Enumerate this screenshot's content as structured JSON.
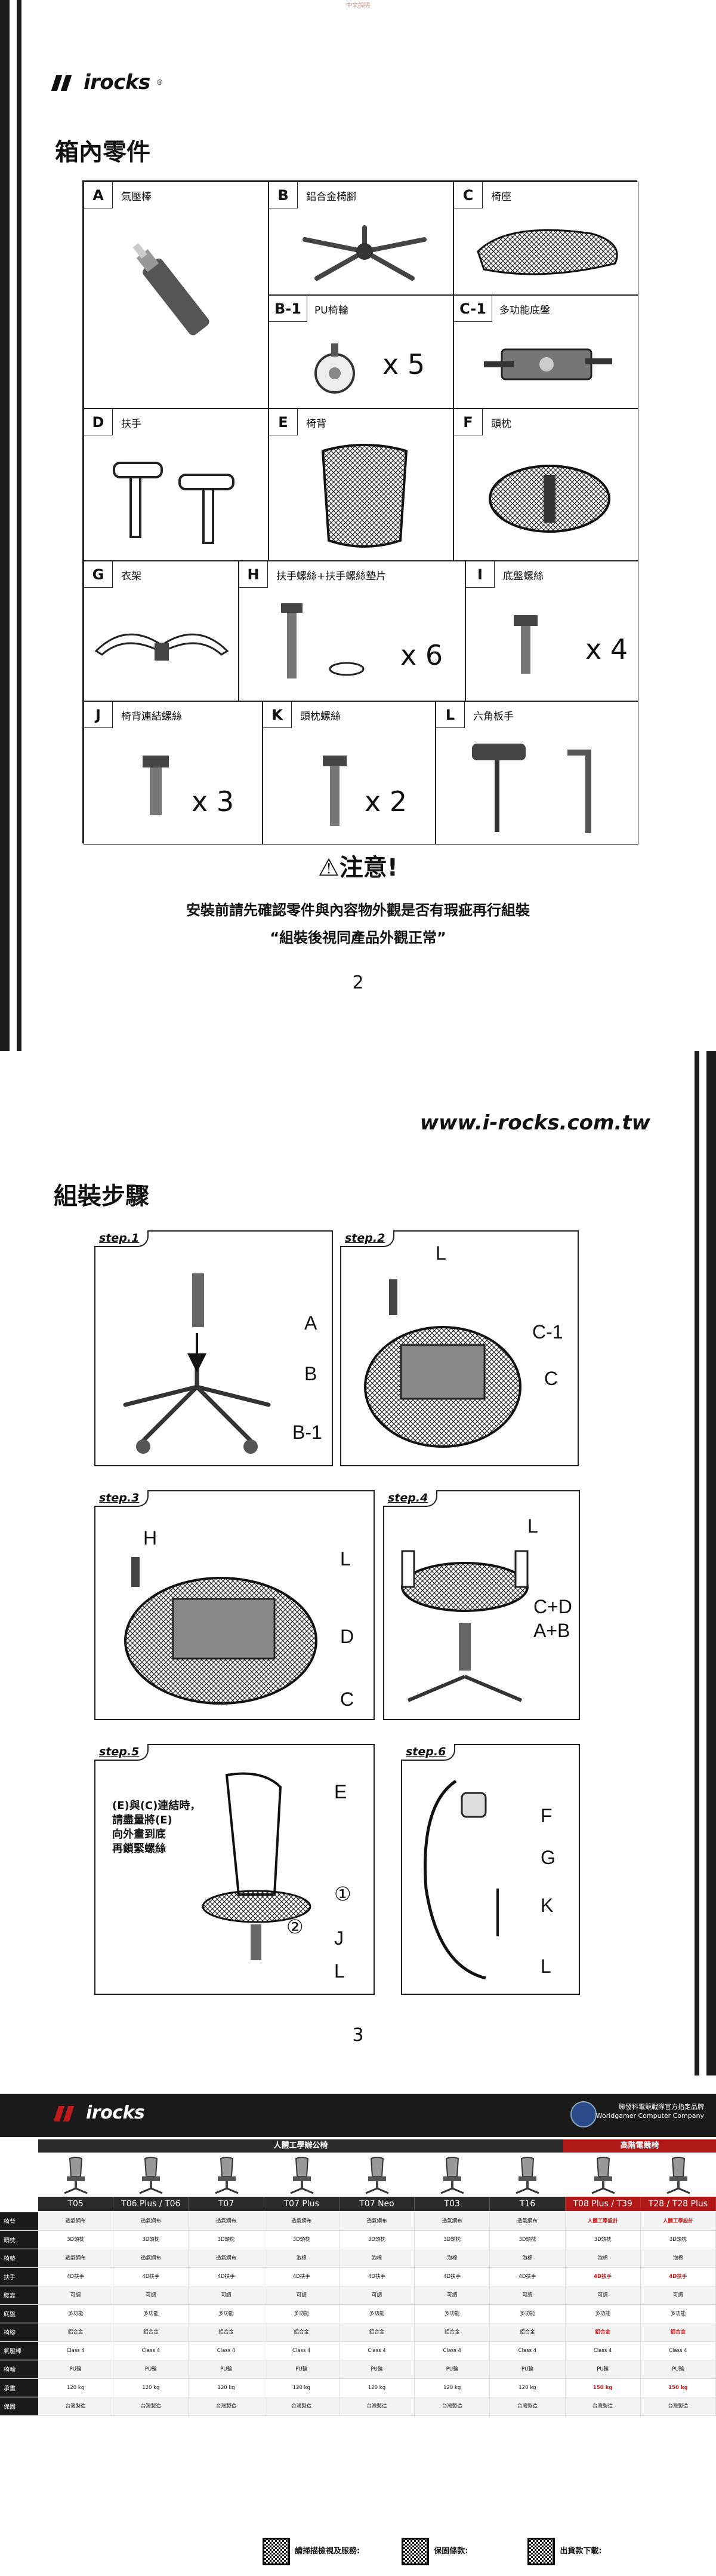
{
  "page1": {
    "top_tag": "中文說明",
    "brand": "irocks",
    "brand_reg": "®",
    "title": "箱內零件",
    "parts": [
      {
        "letter": "A",
        "name": "氣壓棒",
        "qty": ""
      },
      {
        "letter": "B",
        "name": "鋁合金椅腳",
        "qty": ""
      },
      {
        "letter": "C",
        "name": "椅座",
        "qty": ""
      },
      {
        "letter": "B-1",
        "name": "PU椅輪",
        "qty": "x 5"
      },
      {
        "letter": "C-1",
        "name": "多功能底盤",
        "qty": ""
      },
      {
        "letter": "D",
        "name": "扶手",
        "qty": ""
      },
      {
        "letter": "E",
        "name": "椅背",
        "qty": ""
      },
      {
        "letter": "F",
        "name": "頭枕",
        "qty": ""
      },
      {
        "letter": "G",
        "name": "衣架",
        "qty": ""
      },
      {
        "letter": "H",
        "name": "扶手螺絲+扶手螺絲墊片",
        "qty": "x 6"
      },
      {
        "letter": "I",
        "name": "底盤螺絲",
        "qty": "x 4"
      },
      {
        "letter": "J",
        "name": "椅背連結螺絲",
        "qty": "x 3"
      },
      {
        "letter": "K",
        "name": "頭枕螺絲",
        "qty": "x 2"
      },
      {
        "letter": "L",
        "name": "六角板手",
        "qty": ""
      }
    ],
    "warning_title": "注意!",
    "warning_line1": "安裝前請先確認零件與內容物外觀是否有瑕疵再行組裝",
    "warning_line2": "“組裝後視同產品外觀正常”",
    "page_number": "2"
  },
  "page2": {
    "url": "www.i-rocks.com.tw",
    "title": "組裝步驟",
    "steps": [
      "step.1",
      "step.2",
      "step.3",
      "step.4",
      "step.5",
      "step.6"
    ],
    "labels": {
      "s1": [
        "A",
        "B",
        "B-1"
      ],
      "s2": [
        "L",
        "C-1",
        "C"
      ],
      "s3": [
        "H",
        "L",
        "D",
        "C"
      ],
      "s4": [
        "L",
        "C+D",
        "A+B"
      ],
      "s5": [
        "E",
        "①",
        "②",
        "J",
        "L"
      ],
      "s6": [
        "F",
        "G",
        "K",
        "L"
      ]
    },
    "step5_note": [
      "(E)與(C)連結時，",
      "請盡量將(E)",
      "向外畫到底",
      "再鎖緊螺絲"
    ],
    "page_number": "3"
  },
  "sheet": {
    "brand": "irocks",
    "partner": "聯發科電競戰隊官方指定品牌 Worldgamer Computer Company",
    "cat_ergo": "人體工學辦公椅",
    "cat_gaming": "高階電競椅",
    "models": [
      "T05",
      "T06 Plus / T06",
      "T07",
      "T07 Plus",
      "T07 Neo",
      "T03",
      "T16",
      "T08 Plus / T39",
      "T28 / T28 Plus"
    ],
    "rows": [
      {
        "label": "椅背",
        "cells": [
          "透氣網布",
          "透氣網布",
          "透氣網布",
          "透氣網布",
          "透氣網布",
          "透氣網布",
          "透氣網布",
          "人體工學設計",
          "人體工學設計"
        ]
      },
      {
        "label": "頭枕",
        "cells": [
          "3D頭枕",
          "3D頭枕",
          "3D頭枕",
          "3D頭枕",
          "3D頭枕",
          "3D頭枕",
          "3D頭枕",
          "3D頭枕",
          "3D頭枕"
        ]
      },
      {
        "label": "椅墊",
        "cells": [
          "透氣網布",
          "透氣網布",
          "透氣網布",
          "泡棉",
          "泡棉",
          "泡棉",
          "泡棉",
          "泡棉",
          "泡棉"
        ]
      },
      {
        "label": "扶手",
        "cells": [
          "4D扶手",
          "4D扶手",
          "4D扶手",
          "4D扶手",
          "4D扶手",
          "4D扶手",
          "4D扶手",
          "4D扶手",
          "4D扶手"
        ]
      },
      {
        "label": "腰靠",
        "cells": [
          "可調",
          "可調",
          "可調",
          "可調",
          "可調",
          "可調",
          "可調",
          "可調",
          "可調"
        ]
      },
      {
        "label": "底盤",
        "cells": [
          "多功能",
          "多功能",
          "多功能",
          "多功能",
          "多功能",
          "多功能",
          "多功能",
          "多功能",
          "多功能"
        ]
      },
      {
        "label": "椅腳",
        "cells": [
          "鋁合金",
          "鋁合金",
          "鋁合金",
          "鋁合金",
          "鋁合金",
          "鋁合金",
          "鋁合金",
          "鋁合金",
          "鋁合金"
        ]
      },
      {
        "label": "氣壓棒",
        "cells": [
          "Class 4",
          "Class 4",
          "Class 4",
          "Class 4",
          "Class 4",
          "Class 4",
          "Class 4",
          "Class 4",
          "Class 4"
        ]
      },
      {
        "label": "椅輪",
        "cells": [
          "PU輪",
          "PU輪",
          "PU輪",
          "PU輪",
          "PU輪",
          "PU輪",
          "PU輪",
          "PU輪",
          "PU輪"
        ]
      },
      {
        "label": "承重",
        "cells": [
          "120 kg",
          "120 kg",
          "120 kg",
          "120 kg",
          "120 kg",
          "120 kg",
          "120 kg",
          "150 kg",
          "150 kg"
        ]
      },
      {
        "label": "保固",
        "cells": [
          "台灣製造",
          "台灣製造",
          "台灣製造",
          "台灣製造",
          "台灣製造",
          "台灣製造",
          "台灣製造",
          "台灣製造",
          "台灣製造"
        ]
      }
    ],
    "footer_service": "請掃描檢視及服務:",
    "footer_warranty": "保固條款:",
    "footer_more": "出貨款下載:"
  },
  "colors": {
    "ergo": "#2b2b2b",
    "gaming": "#b01818",
    "ink": "#111111"
  }
}
